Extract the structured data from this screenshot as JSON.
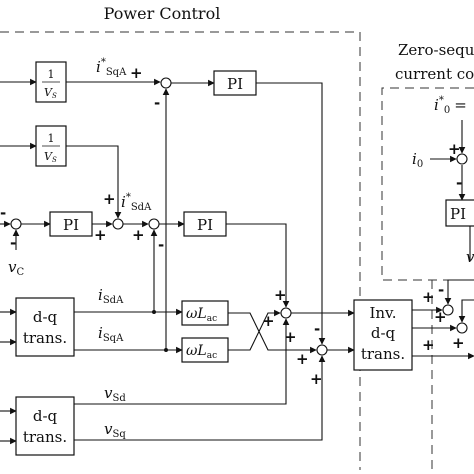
{
  "regions": {
    "power_control": "Power Control",
    "zero_seq_line1": "Zero-seque",
    "zero_seq_line2": "current co"
  },
  "blocks": {
    "inv_vs_top": {
      "num": "1",
      "den": "V",
      "den_sub": "S"
    },
    "inv_vs_mid": {
      "num": "1",
      "den": "V",
      "den_sub": "S"
    },
    "pi_q": "PI",
    "pi_v": "PI",
    "pi_d": "PI",
    "pi_zero": "PI",
    "omega_l_top": {
      "main": "ωL",
      "sub": "ac"
    },
    "omega_l_bot": {
      "main": "ωL",
      "sub": "ac"
    },
    "dq1_line1": "d-q",
    "dq1_line2": "trans.",
    "dq2_line1": "d-q",
    "dq2_line2": "trans.",
    "inv_line1": "Inv.",
    "inv_line2": "d-q",
    "inv_line3": "trans."
  },
  "signals": {
    "i_sqa": {
      "main": "i",
      "sup": "*",
      "sub": "SqA"
    },
    "i_sda_ref": {
      "main": "i",
      "sup": "*",
      "sub": "SdA"
    },
    "i_sda": {
      "main": "i",
      "sub": "SdA"
    },
    "i_sqa_meas": {
      "main": "i",
      "sub": "SqA"
    },
    "v_c": {
      "main": "v",
      "sub": "C"
    },
    "v_sd": {
      "main": "v",
      "sub": "Sd"
    },
    "v_sq": {
      "main": "v",
      "sub": "Sq"
    },
    "i0_ref": {
      "main": "i",
      "sup": "*",
      "sub": "0",
      "tail": "="
    },
    "i0": {
      "main": "i",
      "sub": "0"
    },
    "v_partial": "v"
  },
  "signs": {
    "plus": "+",
    "minus": "-"
  }
}
